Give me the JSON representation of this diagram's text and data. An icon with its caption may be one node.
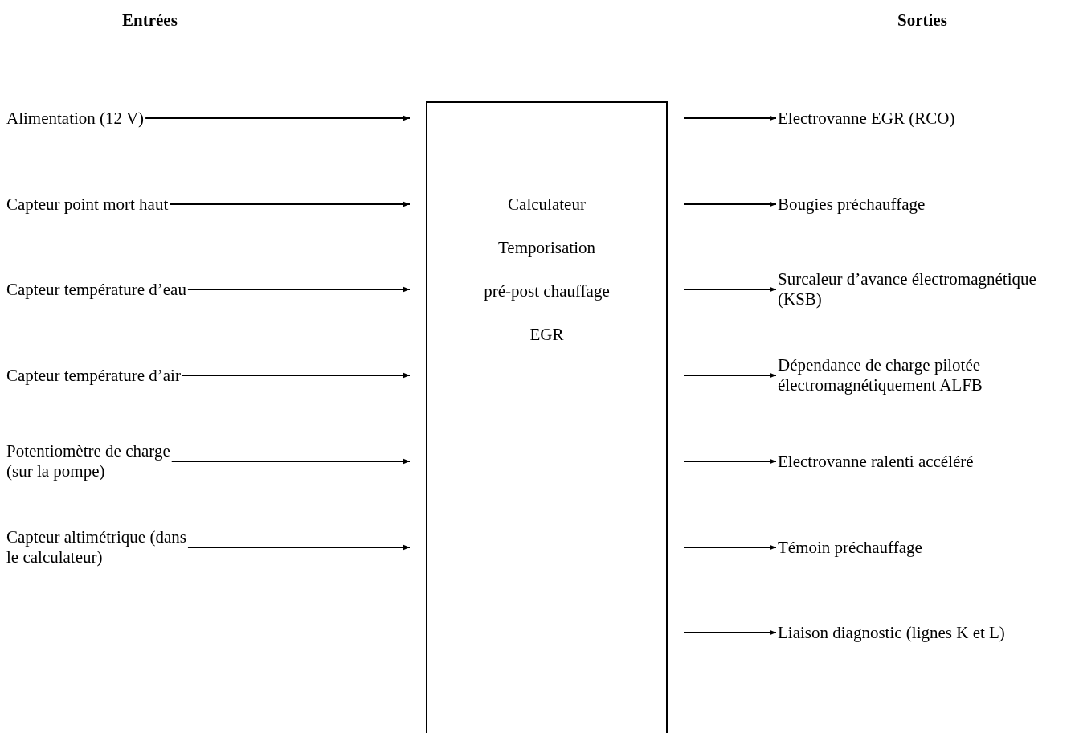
{
  "diagram": {
    "nodes": [
      {
        "text": [
          "Calculateur",
          "Temporisation",
          "pré-post chauffage",
          "EGR"
        ]
      },
      {
        "text": [
          "Alimentation (12 V)"
        ]
      },
      {
        "text": [
          "Capteur point mort haut"
        ]
      },
      {
        "text": [
          "Capteur température d’eau"
        ]
      },
      {
        "text": [
          "Capteur température d’air"
        ]
      },
      {
        "text": [
          "Potentiomètre de charge (sur la pompe)"
        ]
      },
      {
        "text": [
          "Capteur altimétrique (dans le calculateur)"
        ]
      },
      {
        "text": [
          "Electrovanne EGR (RCO)"
        ]
      },
      {
        "text": [
          "Bougies préchauffage"
        ]
      },
      {
        "text": [
          "Surcaleur d’avance électromagnétique (KSB)"
        ]
      },
      {
        "text": [
          "Dépendance de charge pilotée électromagnétiquement ALFB"
        ]
      },
      {
        "text": [
          "Electrovanne ralenti accéléré"
        ]
      },
      {
        "text": [
          "Témoin préchauffage"
        ]
      },
      {
        "text": [
          "Liaison diagnostic (lignes K et L)"
        ]
      }
    ],
    "edges": [
      {
        "from": 1,
        "to": 0,
        "arrow": "to"
      },
      {
        "from": 2,
        "to": 0,
        "arrow": "to"
      },
      {
        "from": 3,
        "to": 0,
        "arrow": "to"
      },
      {
        "from": 4,
        "to": 0,
        "arrow": "to"
      },
      {
        "from": 5,
        "to": 0,
        "arrow": "to"
      },
      {
        "from": 6,
        "to": 0,
        "arrow": "to"
      },
      {
        "from": 0,
        "to": 7,
        "arrow": "to"
      },
      {
        "from": 0,
        "to": 8,
        "arrow": "to"
      },
      {
        "from": 0,
        "to": 9,
        "arrow": "to"
      },
      {
        "from": 0,
        "to": 10,
        "arrow": "to"
      },
      {
        "from": 0,
        "to": 11,
        "arrow": "to"
      },
      {
        "from": 0,
        "to": 12,
        "arrow": "to"
      },
      {
        "from": 0,
        "to": 13,
        "arrow": "to"
      }
    ],
    "labels": [
      "Entrées",
      "Sorties"
    ]
  }
}
